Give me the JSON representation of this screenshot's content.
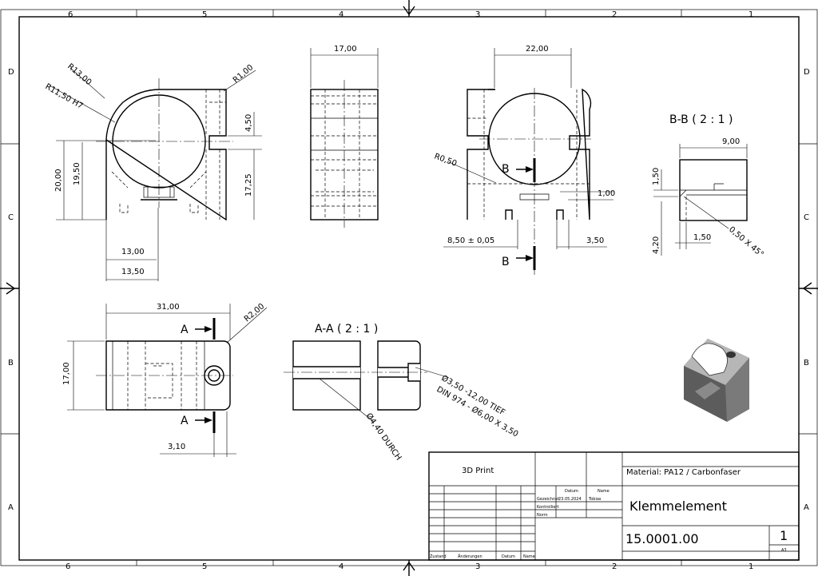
{
  "sheet": {
    "zones_top": [
      "6",
      "5",
      "4",
      "3",
      "2",
      "1"
    ],
    "zones_side": [
      "D",
      "C",
      "B",
      "A"
    ]
  },
  "views": {
    "front": {
      "radius_outer": "R13,00",
      "radius_bore": "R11,50 H7",
      "radius_corner": "R1,00",
      "dim_slot": "4,50",
      "dim_height_lower": "17,25",
      "dim_h20": "20,00",
      "dim_h19": "19,50",
      "dim_w13": "13,00",
      "dim_w13_5": "13,50"
    },
    "side": {
      "dim_width": "17,00"
    },
    "section_front": {
      "dim_22": "22,00",
      "radius_small": "R0,50",
      "marker_b": "B",
      "dim_1": "1,00",
      "dim_8_5": "8,50 ± 0,05",
      "dim_3_5": "3,50"
    },
    "detail_bb": {
      "title": "B-B  ( 2 : 1 )",
      "dim_9": "9,00",
      "dim_1_5v": "1,50",
      "dim_1_5h": "1,50",
      "dim_4_2": "4,20",
      "chamfer": "0,50 X 45°"
    },
    "top": {
      "dim_31": "31,00",
      "dim_17": "17,00",
      "radius": "R2,00",
      "dim_3_1": "3,10",
      "marker_a": "A"
    },
    "section_aa": {
      "title": "A-A  ( 2 : 1 )",
      "hole_note_1": "Ø3,50 -12,00 TIEF",
      "hole_note_2": "DIN 974 - Ø6,00 X 3,50",
      "through": "Ø4,40 DURCH"
    }
  },
  "title_block": {
    "process": "3D Print",
    "material": "Material: PA12 / Carbonfaser",
    "header_datum": "Datum",
    "header_name": "Name",
    "row_gezeichnet": "Gezeichnet",
    "row_kontrolliert": "Kontrolliert",
    "row_norm": "Norm",
    "drawn_date": "23.05.2024",
    "drawn_by": "Tobias",
    "title": "Klemmelement",
    "part_number": "15.0001.00",
    "sheet_no": "1",
    "format": "A3",
    "rev_status": "Zustand",
    "rev_changes": "Änderungen",
    "rev_date": "Datum",
    "rev_name": "Name"
  },
  "colors": {
    "line": "#000000",
    "paper": "#ffffff",
    "render_body": "#6e6e6e",
    "render_light": "#b0b0b0"
  }
}
